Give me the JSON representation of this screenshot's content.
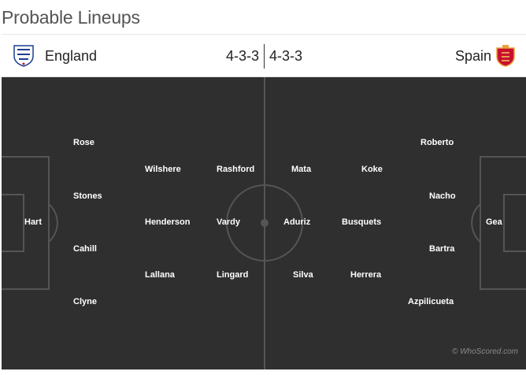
{
  "title": "Probable Lineups",
  "home": {
    "name": "England",
    "formation": "4-3-3",
    "crest": "england-three-lions-crest-icon",
    "players": {
      "gk": "Hart",
      "lb": "Rose",
      "lcb": "Stones",
      "rcb": "Cahill",
      "rb": "Clyne",
      "lcm": "Wilshere",
      "cm": "Henderson",
      "rcm": "Lallana",
      "lw": "Rashford",
      "st": "Vardy",
      "rw": "Lingard"
    }
  },
  "away": {
    "name": "Spain",
    "formation": "4-3-3",
    "crest": "spain-rfef-crest-icon",
    "players": {
      "gk": "Gea",
      "lb": "Roberto",
      "lcb": "Nacho",
      "rcb": "Bartra",
      "rb": "Azpilicueta",
      "lcm": "Koke",
      "cm": "Busquets",
      "rcm": "Herrera",
      "lw": "Mata",
      "st": "Aduriz",
      "rw": "Silva"
    }
  },
  "watermark": "© WhoScored.com",
  "colors": {
    "pitch": "#2f2f2f",
    "lines": "#555555",
    "text": "#ffffff"
  }
}
